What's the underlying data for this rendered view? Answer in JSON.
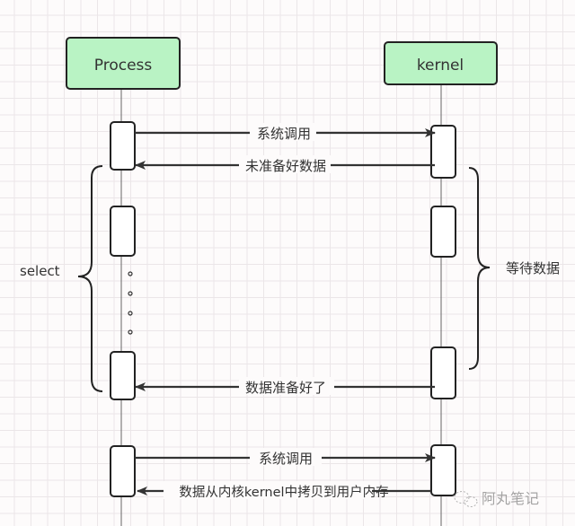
{
  "participants": {
    "process": "Process",
    "kernel": "kernel"
  },
  "messages": {
    "syscall_1": "系统调用",
    "not_ready": "未准备好数据",
    "ready": "数据准备好了",
    "syscall_2": "系统调用",
    "copy": "数据从内核kernel中拷贝到用户内存"
  },
  "braces": {
    "left": "select",
    "right": "等待数据"
  },
  "watermark": "阿丸笔记",
  "colors": {
    "participant_fill": "#b9f3c4",
    "stroke": "#333333"
  }
}
